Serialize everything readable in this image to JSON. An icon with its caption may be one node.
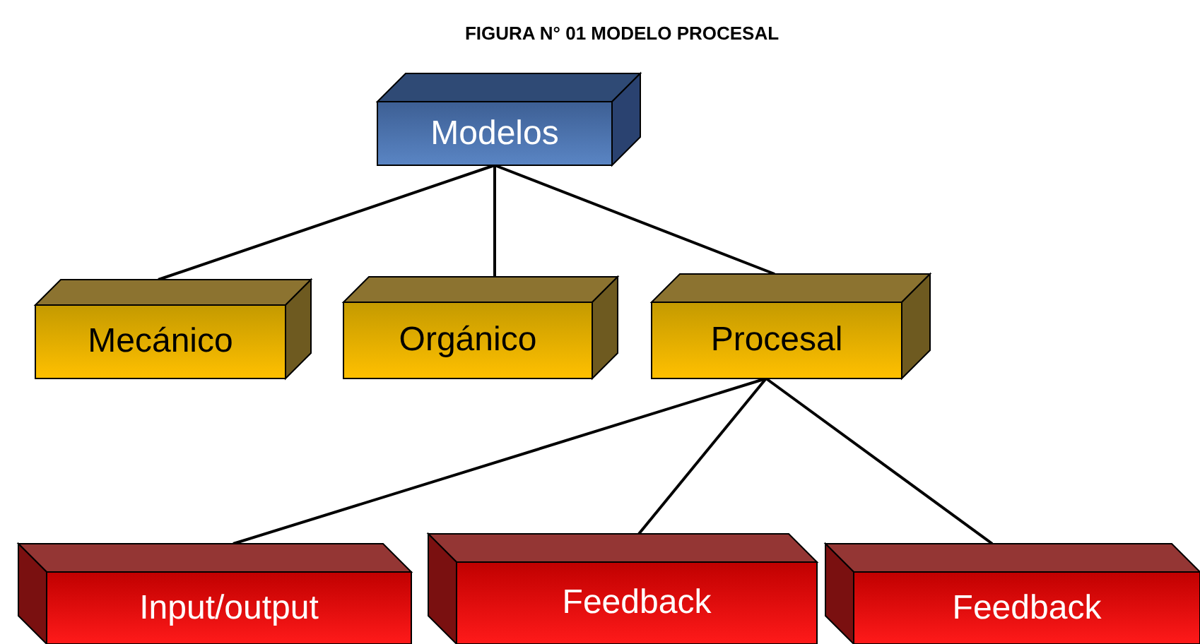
{
  "diagram": {
    "title": "FIGURA N° 01 MODELO PROCESAL",
    "nodes": [
      {
        "text": [
          "Modelos"
        ]
      },
      {
        "text": [
          "Mecánico"
        ]
      },
      {
        "text": [
          "Orgánico"
        ]
      },
      {
        "text": [
          "Procesal"
        ]
      },
      {
        "text": [
          "Input/output"
        ]
      },
      {
        "text": [
          "Feedback"
        ]
      },
      {
        "text": [
          "Feedback"
        ]
      }
    ],
    "edges": [
      {
        "from": 0,
        "to": 1,
        "arrow": "none"
      },
      {
        "from": 0,
        "to": 2,
        "arrow": "none"
      },
      {
        "from": 0,
        "to": 3,
        "arrow": "none"
      },
      {
        "from": 3,
        "to": 4,
        "arrow": "none"
      },
      {
        "from": 3,
        "to": 5,
        "arrow": "none"
      },
      {
        "from": 3,
        "to": 6,
        "arrow": "none"
      }
    ]
  }
}
